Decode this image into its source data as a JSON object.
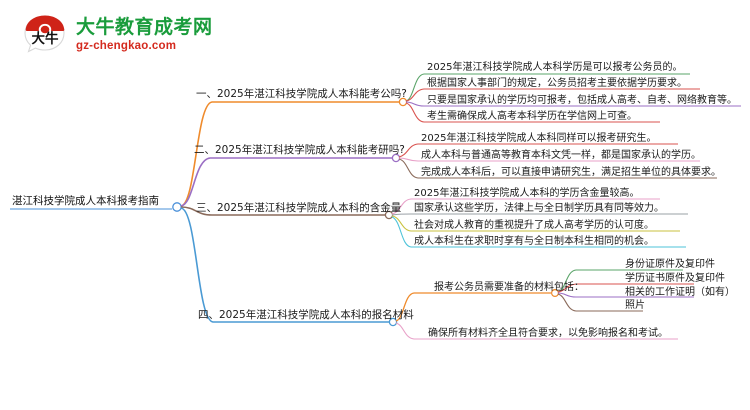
{
  "brand": {
    "logo_icon": "daniu-cow-logo-icon",
    "name_cn": "大牛教育成考网",
    "name_en": "gz-chengkao.com",
    "color_cn": "#1a9c3c",
    "color_en": "#d42a1e"
  },
  "mindmap": {
    "root": {
      "label": "湛江科技学院成人本科报考指南",
      "underline_color": "#4a90d9"
    },
    "branches": [
      {
        "label": "一、2025年湛江科技学院成人本科能考公吗?",
        "color": "#ef8b2c",
        "leaves": [
          {
            "text": "2025年湛江科技学院成人本科学历是可以报考公务员的。",
            "color": "#5aa469"
          },
          {
            "text": "根据国家人事部门的规定，公务员招考主要依据学历要求。",
            "color": "#d9534f"
          },
          {
            "text": "只要是国家承认的学历均可报考，包括成人高考、自考、网络教育等。",
            "color": "#9b6fc4"
          },
          {
            "text": "考生需确保成人高考本科学历在学信网上可查。",
            "color": "#d9534f"
          }
        ]
      },
      {
        "label": "二、2025年湛江科技学院成人本科能考研吗?",
        "color": "#9b6fc4",
        "leaves": [
          {
            "text": "2025年湛江科技学院成人本科同样可以报考研究生。",
            "color": "#d9534f"
          },
          {
            "text": "成人本科与普通高等教育本科文凭一样，都是国家承认的学历。",
            "color": "#e8a0c8"
          },
          {
            "text": "完成成人本科后，可以直接申请研究生，满足招生单位的具体要求。",
            "color": "#8a6a5a"
          }
        ]
      },
      {
        "label": "三、2025年湛江科技学院成人本科的含金量",
        "color": "#8a6a5a",
        "leaves": [
          {
            "text": "2025年湛江科技学院成人本科的学历含金量较高。",
            "color": "#e8a0c8"
          },
          {
            "text": "国家承认这些学历，法律上与全日制学历具有同等效力。",
            "color": "#9aa0a6"
          },
          {
            "text": "社会对成人教育的重视提升了成人高考学历的认可度。",
            "color": "#c9c23f"
          },
          {
            "text": "成人本科生在求职时享有与全日制本科生相同的机会。",
            "color": "#4ec3d9"
          }
        ]
      },
      {
        "label": "四、2025年湛江科技学院成人本科的报名材料",
        "color": "#4a9ad4",
        "leaves": [
          {
            "text": "报考公务员需要准备的材料包括：",
            "color": "#ef8b2c",
            "children": [
              {
                "text": "身份证原件及复印件",
                "color": "#5aa469"
              },
              {
                "text": "学历证书原件及复印件",
                "color": "#d9534f"
              },
              {
                "text": "相关的工作证明（如有）",
                "color": "#9b6fc4"
              },
              {
                "text": "照片",
                "color": "#8a6a5a"
              }
            ]
          },
          {
            "text": "确保所有材料齐全且符合要求，以免影响报名和考试。",
            "color": "#e8a0c8"
          }
        ]
      }
    ]
  }
}
